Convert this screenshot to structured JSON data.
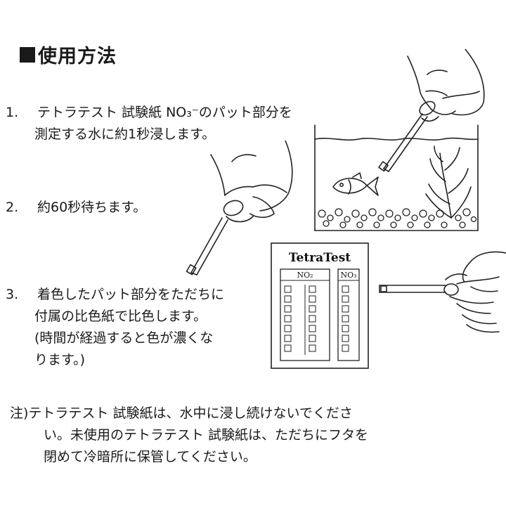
{
  "title": "使用方法",
  "steps": [
    {
      "number": "1.",
      "lines": [
        "テトラテスト 試験紙 NO₃⁻のパット部分を",
        "測定する水に約1秒浸します。"
      ]
    },
    {
      "number": "2.",
      "lines": [
        "約60秒待ちます。"
      ]
    },
    {
      "number": "3.",
      "lines": [
        "着色したパット部分をただちに",
        "付属の比色紙で比色します。",
        "(時間が経過すると色が濃くな",
        "ります。)"
      ]
    }
  ],
  "note": {
    "lines": [
      "注)テトラテスト 試験紙は、水中に浸し続けないでくださ",
      "い。未使用のテトラテスト 試験紙は、ただちにフタを",
      "閉めて冷暗所に保管してください。"
    ]
  },
  "chart_card": {
    "brand": "TetraTest",
    "col1": "NO₂",
    "col2": "NO₃"
  }
}
